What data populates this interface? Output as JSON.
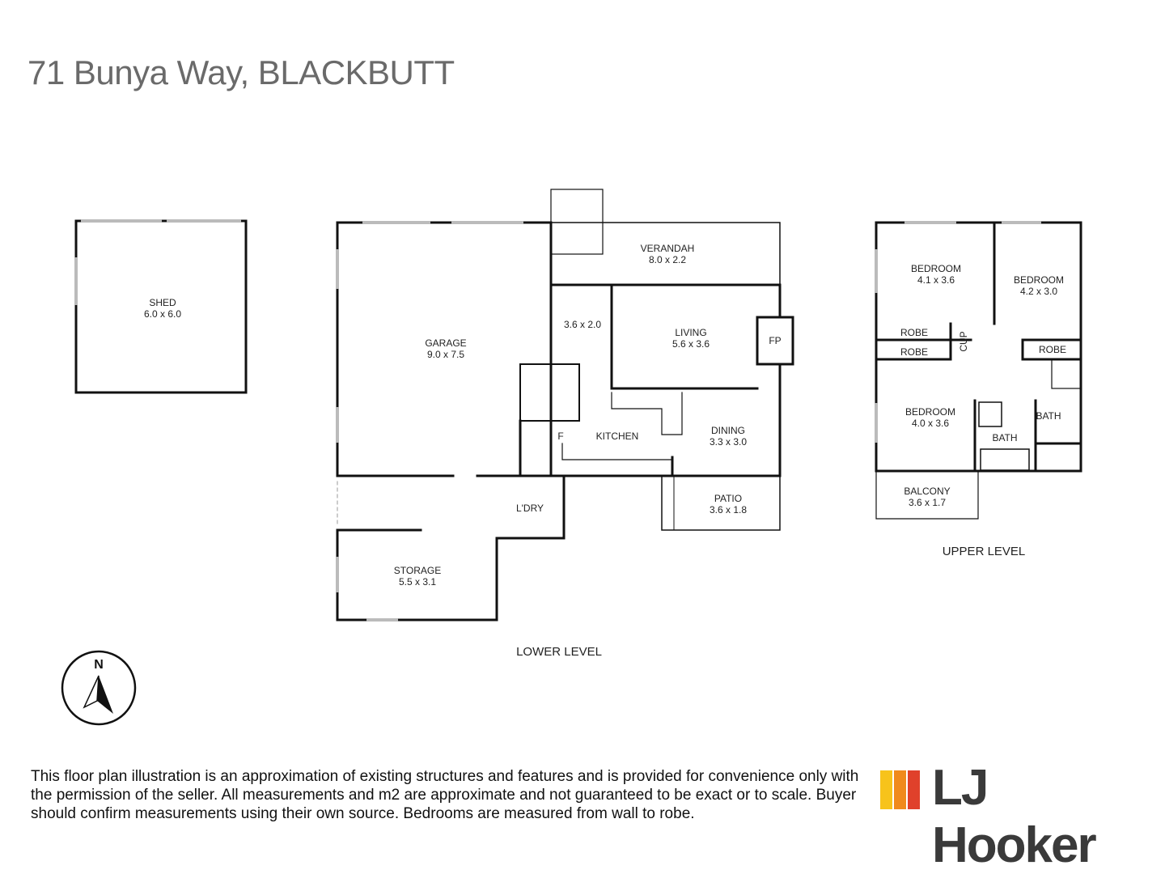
{
  "title": "71 Bunya Way, BLACKBUTT",
  "rooms": {
    "shed": {
      "name": "SHED",
      "dims": "6.0 x 6.0"
    },
    "garage": {
      "name": "GARAGE",
      "dims": "9.0 x 7.5"
    },
    "verandah": {
      "name": "VERANDAH",
      "dims": "8.0 x 2.2"
    },
    "room36": {
      "dims": "3.6 x 2.0"
    },
    "living": {
      "name": "LIVING",
      "dims": "5.6 x 3.6"
    },
    "fp": {
      "name": "FP"
    },
    "f": {
      "name": "F"
    },
    "kitchen": {
      "name": "KITCHEN"
    },
    "dining": {
      "name": "DINING",
      "dims": "3.3 x 3.0"
    },
    "patio": {
      "name": "PATIO",
      "dims": "3.6 x 1.8"
    },
    "ldry": {
      "name": "L'DRY"
    },
    "storage": {
      "name": "STORAGE",
      "dims": "5.5 x 3.1"
    },
    "bed1": {
      "name": "BEDROOM",
      "dims": "4.1 x 3.6"
    },
    "bed2": {
      "name": "BEDROOM",
      "dims": "4.2 x 3.0"
    },
    "bed3": {
      "name": "BEDROOM",
      "dims": "4.0 x 3.6"
    },
    "robe1": {
      "name": "ROBE"
    },
    "robe2": {
      "name": "ROBE"
    },
    "robe3": {
      "name": "ROBE"
    },
    "cup": {
      "name": "CUP"
    },
    "bath1": {
      "name": "BATH"
    },
    "bath2": {
      "name": "BATH"
    },
    "balcony": {
      "name": "BALCONY",
      "dims": "3.6 x 1.7"
    }
  },
  "levels": {
    "lower": "LOWER LEVEL",
    "upper": "UPPER LEVEL"
  },
  "compass": {
    "label": "N"
  },
  "disclaimer": "This floor plan illustration is an approximation of existing structures and features and is provided for convenience only with the permission of the seller. All measurements and m2 are approximate and not guaranteed to be exact or to scale. Buyer should confirm measurements using their own source. Bedrooms are measured from wall to robe.",
  "brand": {
    "name": "LJ Hooker",
    "colors": [
      "#f7c31b",
      "#f08a1c",
      "#e0412b"
    ]
  }
}
